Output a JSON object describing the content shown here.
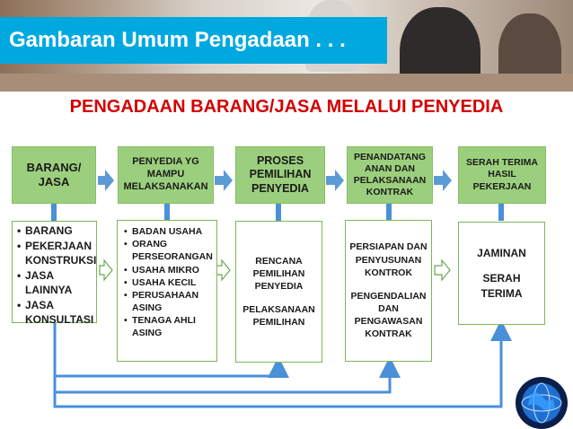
{
  "slide_title": "Gambaran Umum Pengadaan . . .",
  "heading": "PENGADAAN BARANG/JASA MELALUI PENYEDIA",
  "colors": {
    "accent": "#00a8e0",
    "heading": "#d40000",
    "top_box": "#9ccf7d",
    "arrow": "#5b9bd5",
    "connector": "#4a90d9"
  },
  "stages": [
    {
      "top": "BARANG/ JASA"
    },
    {
      "top": "PENYEDIA YG MAMPU MELAKSANAKAN"
    },
    {
      "top": "PROSES PEMILIHAN PENYEDIA"
    },
    {
      "top": "PENANDATANG ANAN DAN PELAKSANAAN KONTRAK"
    },
    {
      "top": "SERAH TERIMA HASIL PEKERJAAN"
    }
  ],
  "details": {
    "barang_jasa": [
      "BARANG",
      "PEKERJAAN KONSTRUKSI",
      "JASA LAINNYA",
      "JASA KONSULTASI"
    ],
    "penyedia": [
      "BADAN USAHA",
      "ORANG PERSEORANGAN",
      "USAHA MIKRO",
      "USAHA KECIL",
      "PERUSAHAAN ASING",
      "TENAGA AHLI ASING"
    ],
    "proses": [
      "RENCANA PEMILIHAN PENYEDIA",
      "PELAKSANAAN PEMILIHAN"
    ],
    "kontrak": [
      "PERSIAPAN DAN PENYUSUNAN KONTROK",
      "PENGENDALIAN DAN PENGAWASAN KONTRAK"
    ],
    "serah_terima": [
      "JAMINAN",
      "SERAH TERIMA"
    ]
  },
  "icons": {
    "logo": "globe-icon"
  }
}
